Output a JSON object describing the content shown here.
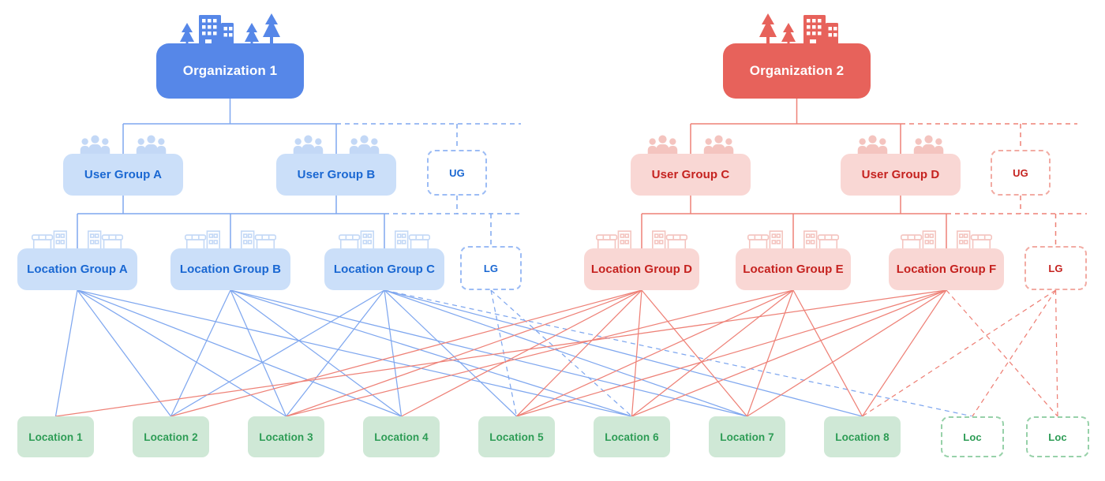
{
  "diagram": "organization-hierarchy",
  "palette": {
    "blue": "#5687E8",
    "blue_light": "#CBDFF9",
    "blue_text": "#1967D2",
    "blue_line": "#7FA7EF",
    "blue_dash_border": "#9CBCF5",
    "red": "#E7625B",
    "red_light": "#F9D7D4",
    "red_text": "#C5221F",
    "red_line": "#EE8177",
    "red_dash_border": "#F2ABA3",
    "green_light": "#CFE8D6",
    "green_text": "#2D9C55",
    "green_dash_border": "#97D1A9"
  },
  "nodes": {
    "org1": {
      "label": "Organization 1",
      "kind": "organization",
      "color": "blue",
      "variant": "solid",
      "icon": "city-trees-icon"
    },
    "org2": {
      "label": "Organization 2",
      "kind": "organization",
      "color": "red",
      "variant": "solid",
      "icon": "city-trees-icon"
    },
    "ugA": {
      "label": "User Group A",
      "kind": "user-group",
      "color": "blue",
      "variant": "solid",
      "icon": "people-group-icon"
    },
    "ugB": {
      "label": "User Group B",
      "kind": "user-group",
      "color": "blue",
      "variant": "solid",
      "icon": "people-group-icon"
    },
    "ugC": {
      "label": "User Group C",
      "kind": "user-group",
      "color": "red",
      "variant": "solid",
      "icon": "people-group-icon"
    },
    "ugD": {
      "label": "User Group D",
      "kind": "user-group",
      "color": "red",
      "variant": "solid",
      "icon": "people-group-icon"
    },
    "ugX1": {
      "label": "UG",
      "kind": "user-group",
      "color": "blue",
      "variant": "dashed"
    },
    "ugX2": {
      "label": "UG",
      "kind": "user-group",
      "color": "red",
      "variant": "dashed"
    },
    "lgA": {
      "label": "Location Group A",
      "kind": "location-group",
      "color": "blue",
      "variant": "solid",
      "icon": "storefronts-icon"
    },
    "lgB": {
      "label": "Location Group B",
      "kind": "location-group",
      "color": "blue",
      "variant": "solid",
      "icon": "storefronts-icon"
    },
    "lgC": {
      "label": "Location Group C",
      "kind": "location-group",
      "color": "blue",
      "variant": "solid",
      "icon": "storefronts-icon"
    },
    "lgD": {
      "label": "Location Group D",
      "kind": "location-group",
      "color": "red",
      "variant": "solid",
      "icon": "storefronts-icon"
    },
    "lgE": {
      "label": "Location Group E",
      "kind": "location-group",
      "color": "red",
      "variant": "solid",
      "icon": "storefronts-icon"
    },
    "lgF": {
      "label": "Location Group F",
      "kind": "location-group",
      "color": "red",
      "variant": "solid",
      "icon": "storefronts-icon"
    },
    "lgX1": {
      "label": "LG",
      "kind": "location-group",
      "color": "blue",
      "variant": "dashed"
    },
    "lgX2": {
      "label": "LG",
      "kind": "location-group",
      "color": "red",
      "variant": "dashed"
    },
    "loc1": {
      "label": "Location 1",
      "kind": "location",
      "color": "green",
      "variant": "solid"
    },
    "loc2": {
      "label": "Location 2",
      "kind": "location",
      "color": "green",
      "variant": "solid"
    },
    "loc3": {
      "label": "Location 3",
      "kind": "location",
      "color": "green",
      "variant": "solid"
    },
    "loc4": {
      "label": "Location 4",
      "kind": "location",
      "color": "green",
      "variant": "solid"
    },
    "loc5": {
      "label": "Location 5",
      "kind": "location",
      "color": "green",
      "variant": "solid"
    },
    "loc6": {
      "label": "Location 6",
      "kind": "location",
      "color": "green",
      "variant": "solid"
    },
    "loc7": {
      "label": "Location 7",
      "kind": "location",
      "color": "green",
      "variant": "solid"
    },
    "loc8": {
      "label": "Location 8",
      "kind": "location",
      "color": "green",
      "variant": "solid"
    },
    "locX1": {
      "label": "Loc",
      "kind": "location",
      "color": "green",
      "variant": "dashed"
    },
    "locX2": {
      "label": "Loc",
      "kind": "location",
      "color": "green",
      "variant": "dashed"
    }
  },
  "buses": [
    {
      "id": "bus-org1",
      "parents": [
        "org1"
      ],
      "children": [
        "ugA",
        "ugB"
      ],
      "dashed_parents": [],
      "dashed_children": [
        "ugX1"
      ]
    },
    {
      "id": "bus-blue-lg",
      "parents": [
        "ugA",
        "ugB"
      ],
      "dashed_parents": [
        "ugX1"
      ],
      "children": [
        "lgA",
        "lgB",
        "lgC"
      ],
      "dashed_children": [
        "lgX1"
      ]
    },
    {
      "id": "bus-org2",
      "parents": [
        "org2"
      ],
      "children": [
        "ugC",
        "ugD"
      ],
      "dashed_parents": [],
      "dashed_children": [
        "ugX2"
      ]
    },
    {
      "id": "bus-red-lg",
      "parents": [
        "ugC",
        "ugD"
      ],
      "dashed_parents": [
        "ugX2"
      ],
      "children": [
        "lgD",
        "lgE",
        "lgF"
      ],
      "dashed_children": [
        "lgX2"
      ]
    }
  ],
  "edges": [
    {
      "from": "lgA",
      "to": "loc1",
      "style": "solid"
    },
    {
      "from": "lgA",
      "to": "loc2",
      "style": "solid"
    },
    {
      "from": "lgA",
      "to": "loc3",
      "style": "solid"
    },
    {
      "from": "lgA",
      "to": "loc4",
      "style": "solid"
    },
    {
      "from": "lgA",
      "to": "loc6",
      "style": "solid"
    },
    {
      "from": "lgB",
      "to": "loc2",
      "style": "solid"
    },
    {
      "from": "lgB",
      "to": "loc3",
      "style": "solid"
    },
    {
      "from": "lgB",
      "to": "loc4",
      "style": "solid"
    },
    {
      "from": "lgB",
      "to": "loc6",
      "style": "solid"
    },
    {
      "from": "lgB",
      "to": "loc7",
      "style": "solid"
    },
    {
      "from": "lgC",
      "to": "loc2",
      "style": "solid"
    },
    {
      "from": "lgC",
      "to": "loc3",
      "style": "solid"
    },
    {
      "from": "lgC",
      "to": "loc4",
      "style": "solid"
    },
    {
      "from": "lgC",
      "to": "loc5",
      "style": "solid"
    },
    {
      "from": "lgC",
      "to": "loc7",
      "style": "solid"
    },
    {
      "from": "lgC",
      "to": "loc8",
      "style": "solid"
    },
    {
      "from": "lgX1",
      "to": "loc5",
      "style": "dashed"
    },
    {
      "from": "lgX1",
      "to": "loc6",
      "style": "dashed"
    },
    {
      "from": "lgC",
      "to": "locX1",
      "style": "dashed"
    },
    {
      "from": "lgD",
      "to": "loc2",
      "style": "solid"
    },
    {
      "from": "lgD",
      "to": "loc3",
      "style": "solid"
    },
    {
      "from": "lgD",
      "to": "loc4",
      "style": "solid"
    },
    {
      "from": "lgD",
      "to": "loc5",
      "style": "solid"
    },
    {
      "from": "lgD",
      "to": "loc6",
      "style": "solid"
    },
    {
      "from": "lgD",
      "to": "loc7",
      "style": "solid"
    },
    {
      "from": "lgE",
      "to": "loc3",
      "style": "solid"
    },
    {
      "from": "lgE",
      "to": "loc5",
      "style": "solid"
    },
    {
      "from": "lgE",
      "to": "loc6",
      "style": "solid"
    },
    {
      "from": "lgE",
      "to": "loc7",
      "style": "solid"
    },
    {
      "from": "lgE",
      "to": "loc8",
      "style": "solid"
    },
    {
      "from": "lgF",
      "to": "loc1",
      "style": "solid"
    },
    {
      "from": "lgF",
      "to": "loc5",
      "style": "solid"
    },
    {
      "from": "lgF",
      "to": "loc6",
      "style": "solid"
    },
    {
      "from": "lgF",
      "to": "loc7",
      "style": "solid"
    },
    {
      "from": "lgF",
      "to": "loc8",
      "style": "solid"
    },
    {
      "from": "lgX2",
      "to": "loc8",
      "style": "dashed"
    },
    {
      "from": "lgX2",
      "to": "locX1",
      "style": "dashed"
    },
    {
      "from": "lgX2",
      "to": "locX2",
      "style": "dashed"
    },
    {
      "from": "lgF",
      "to": "locX2",
      "style": "dashed"
    }
  ]
}
